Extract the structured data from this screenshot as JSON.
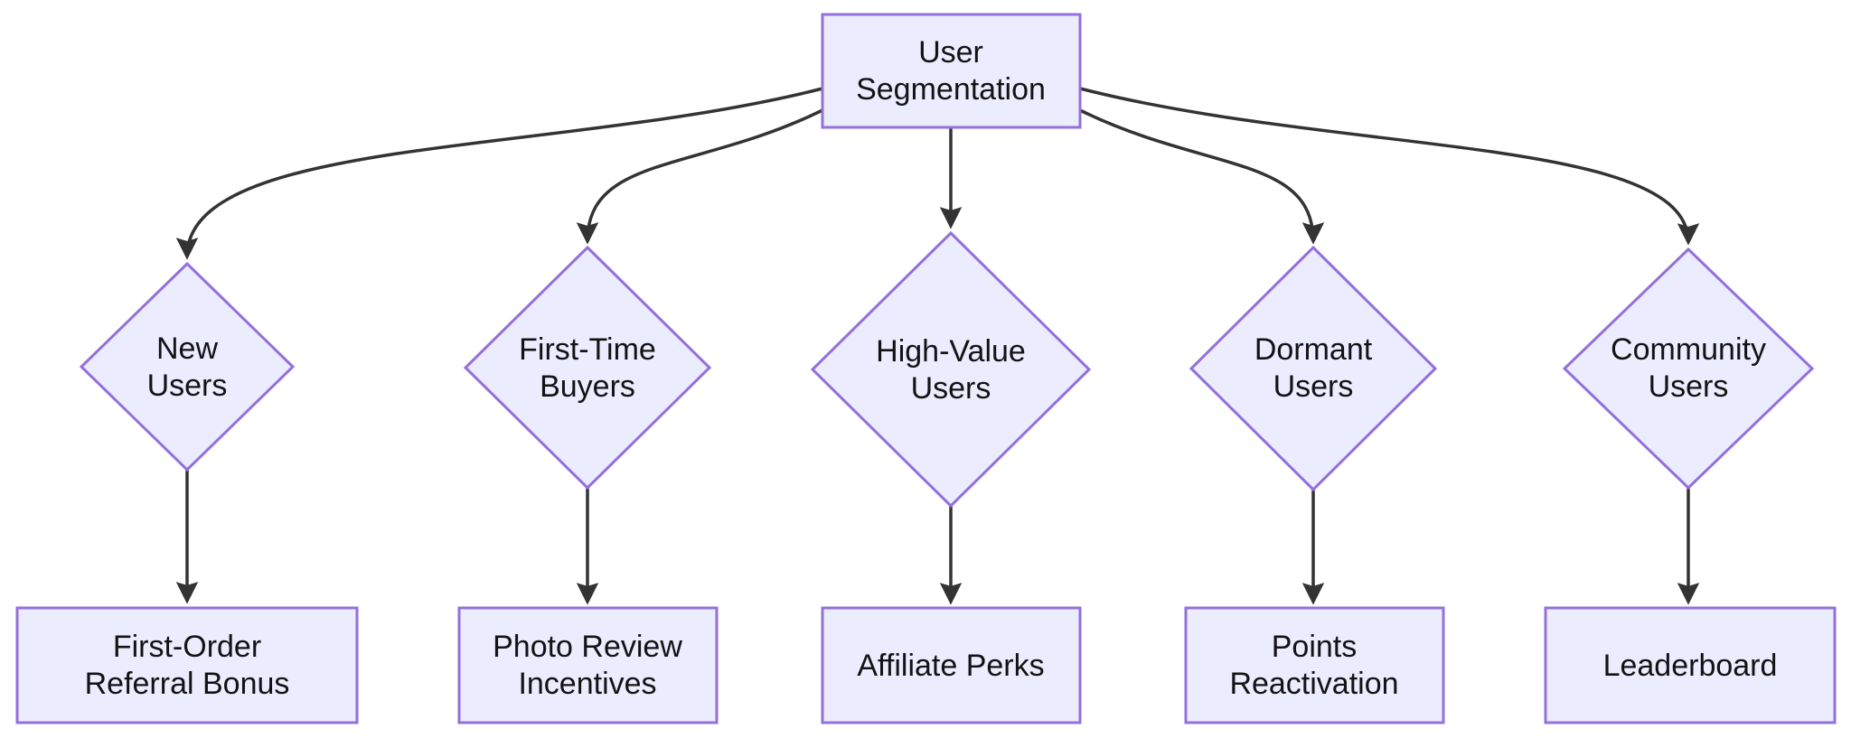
{
  "diagram": {
    "type": "flowchart",
    "root": {
      "lines": [
        "User",
        "Segmentation"
      ]
    },
    "branches": [
      {
        "segment": {
          "lines": [
            "New",
            "Users"
          ]
        },
        "action": {
          "lines": [
            "First-Order",
            "Referral Bonus"
          ]
        }
      },
      {
        "segment": {
          "lines": [
            "First-Time",
            "Buyers"
          ]
        },
        "action": {
          "lines": [
            "Photo Review",
            "Incentives"
          ]
        }
      },
      {
        "segment": {
          "lines": [
            "High-Value",
            "Users"
          ]
        },
        "action": {
          "lines": [
            "Affiliate Perks"
          ]
        }
      },
      {
        "segment": {
          "lines": [
            "Dormant",
            "Users"
          ]
        },
        "action": {
          "lines": [
            "Points",
            "Reactivation"
          ]
        }
      },
      {
        "segment": {
          "lines": [
            "Community",
            "Users"
          ]
        },
        "action": {
          "lines": [
            "Leaderboard"
          ]
        }
      }
    ],
    "colors": {
      "node_fill": "#ECECFF",
      "node_border": "#9370DB",
      "edge": "#333333",
      "text": "#131313",
      "background": "#FFFFFF"
    }
  }
}
